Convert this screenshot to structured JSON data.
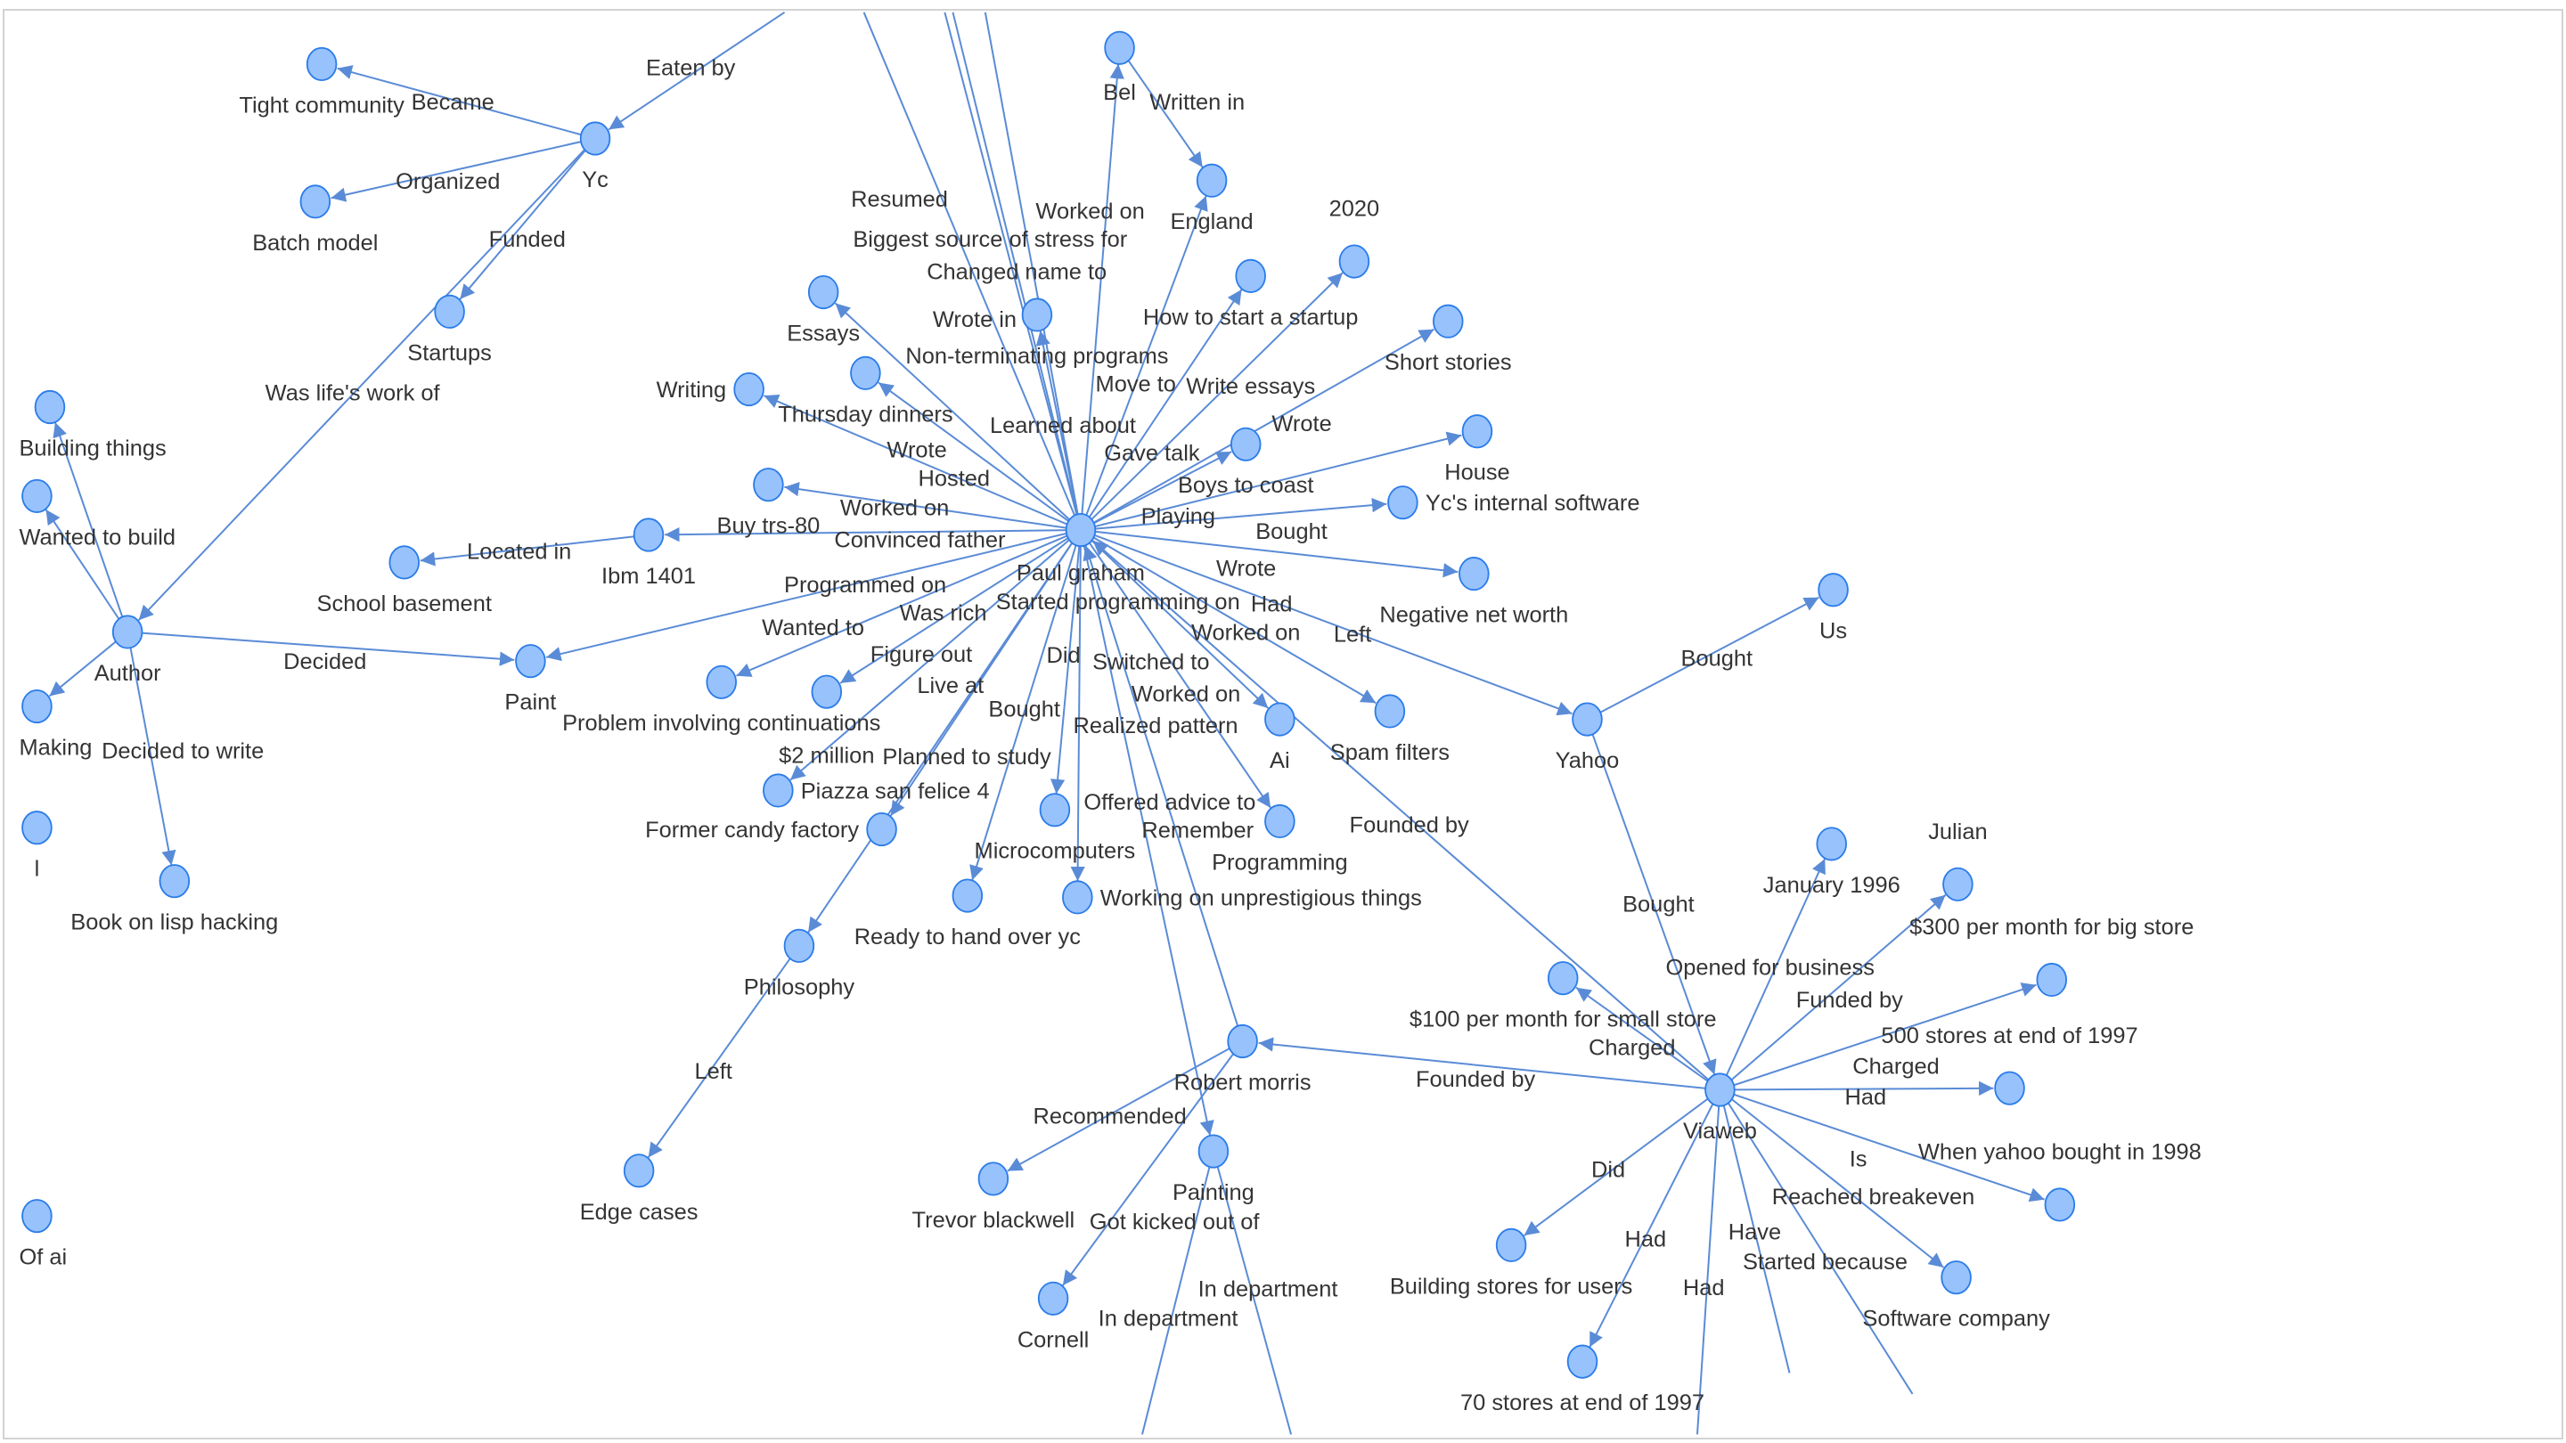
{
  "graph": {
    "colors": {
      "node_fill": "#97c2fc",
      "node_border": "#2b7ce9",
      "edge": "#5a8bd6",
      "text": "#343434"
    },
    "nodes": [
      {
        "id": "pg",
        "label": "Paul graham"
      },
      {
        "id": "yc",
        "label": "Yc"
      },
      {
        "id": "tight",
        "label": "Tight community"
      },
      {
        "id": "batch",
        "label": "Batch model"
      },
      {
        "id": "startups",
        "label": "Startups"
      },
      {
        "id": "author",
        "label": "Author"
      },
      {
        "id": "paint",
        "label": "Paint"
      },
      {
        "id": "lisp",
        "label": "Book on lisp hacking"
      },
      {
        "id": "ibm",
        "label": "Ibm 1401"
      },
      {
        "id": "school",
        "label": "School basement"
      },
      {
        "id": "essays",
        "label": "Essays"
      },
      {
        "id": "thursday",
        "label": "Thursday dinners"
      },
      {
        "id": "writing",
        "label": "Writing"
      },
      {
        "id": "trs",
        "label": "Buy trs-80"
      },
      {
        "id": "nonterm",
        "label": "Non-terminating programs"
      },
      {
        "id": "bel",
        "label": "Bel"
      },
      {
        "id": "england",
        "label": "England"
      },
      {
        "id": "howto",
        "label": "How to start a startup"
      },
      {
        "id": "y2020",
        "label": "2020"
      },
      {
        "id": "short",
        "label": "Short stories"
      },
      {
        "id": "boys",
        "label": "Boys to coast"
      },
      {
        "id": "house",
        "label": "House"
      },
      {
        "id": "ycsoft",
        "label": "Yc's internal software"
      },
      {
        "id": "negnet",
        "label": "Negative net worth"
      },
      {
        "id": "continuations",
        "label": "Problem involving continuations"
      },
      {
        "id": "million",
        "label": "$2 million"
      },
      {
        "id": "piazza",
        "label": "Piazza san felice 4"
      },
      {
        "id": "candy",
        "label": "Former candy factory"
      },
      {
        "id": "philosophy",
        "label": "Philosophy"
      },
      {
        "id": "edge",
        "label": "Edge cases"
      },
      {
        "id": "micro",
        "label": "Microcomputers"
      },
      {
        "id": "ready",
        "label": "Ready to hand over yc"
      },
      {
        "id": "unprest",
        "label": "Working on unprestigious things"
      },
      {
        "id": "ai",
        "label": "Ai"
      },
      {
        "id": "programming",
        "label": "Programming"
      },
      {
        "id": "spam",
        "label": "Spam filters"
      },
      {
        "id": "yahoo",
        "label": "Yahoo"
      },
      {
        "id": "us",
        "label": "Us"
      },
      {
        "id": "viaweb",
        "label": "Viaweb"
      },
      {
        "id": "rtm",
        "label": "Robert morris"
      },
      {
        "id": "painting",
        "label": "Painting"
      },
      {
        "id": "trevor",
        "label": "Trevor blackwell"
      },
      {
        "id": "cornell",
        "label": "Cornell"
      },
      {
        "id": "building",
        "label": "Building stores for users"
      },
      {
        "id": "s70",
        "label": "70 stores at end of 1997"
      },
      {
        "id": "software",
        "label": "Software company"
      },
      {
        "id": "whenyahoo",
        "label": "When yahoo bought in 1998"
      },
      {
        "id": "s500",
        "label": "500 stores at end of 1997"
      },
      {
        "id": "p300",
        "label": "$300 per month for big store"
      },
      {
        "id": "julian",
        "label": "Julian"
      },
      {
        "id": "jan96",
        "label": "January 1996"
      },
      {
        "id": "p100",
        "label": "$100 per month for small store"
      },
      {
        "id": "things",
        "label": "Building things"
      },
      {
        "id": "build",
        "label": "Wanted to build"
      },
      {
        "id": "making",
        "label": "Making"
      },
      {
        "id": "lleft",
        "label": "l"
      },
      {
        "id": "ofai",
        "label": "Of ai"
      },
      {
        "id": "off_top1",
        "label": ""
      },
      {
        "id": "off_top2",
        "label": ""
      },
      {
        "id": "off_top3",
        "label": ""
      },
      {
        "id": "off_top4",
        "label": ""
      },
      {
        "id": "off_bot1",
        "label": ""
      },
      {
        "id": "off_bot2",
        "label": ""
      },
      {
        "id": "off_have",
        "label": ""
      },
      {
        "id": "off_because",
        "label": ""
      },
      {
        "id": "off_had",
        "label": ""
      },
      {
        "id": "off_eaten",
        "label": ""
      }
    ],
    "edges": [
      {
        "from": "yc",
        "to": "tight",
        "label": "Became"
      },
      {
        "from": "yc",
        "to": "batch",
        "label": "Organized"
      },
      {
        "from": "yc",
        "to": "startups",
        "label": "Funded"
      },
      {
        "from": "yc",
        "to": "author",
        "label": "Was life's work of"
      },
      {
        "from": "off_eaten",
        "to": "yc",
        "label": "Eaten by"
      },
      {
        "from": "author",
        "to": "paint",
        "label": "Decided"
      },
      {
        "from": "author",
        "to": "lisp",
        "label": "Decided to write"
      },
      {
        "from": "author",
        "to": "things",
        "label": ""
      },
      {
        "from": "author",
        "to": "build",
        "label": ""
      },
      {
        "from": "author",
        "to": "making",
        "label": ""
      },
      {
        "from": "ibm",
        "to": "school",
        "label": "Located in"
      },
      {
        "from": "pg",
        "to": "essays",
        "label": "Wrote"
      },
      {
        "from": "pg",
        "to": "thursday",
        "label": "Hosted"
      },
      {
        "from": "pg",
        "to": "writing",
        "label": "Worked on"
      },
      {
        "from": "pg",
        "to": "trs",
        "label": "Convinced father"
      },
      {
        "from": "pg",
        "to": "ibm",
        "label": "Programmed on"
      },
      {
        "from": "pg",
        "to": "nonterm",
        "label": "Learned about"
      },
      {
        "from": "pg",
        "to": "off_top1",
        "label": "Resumed"
      },
      {
        "from": "pg",
        "to": "off_top2",
        "label": "Changed name to"
      },
      {
        "from": "pg",
        "to": "off_top3",
        "label": "Biggest source of stress for"
      },
      {
        "from": "pg",
        "to": "off_top4",
        "label": "Wrote in"
      },
      {
        "from": "pg",
        "to": "bel",
        "label": "Worked on"
      },
      {
        "from": "bel",
        "to": "england",
        "label": "Written in"
      },
      {
        "from": "pg",
        "to": "england",
        "label": "Move to"
      },
      {
        "from": "pg",
        "to": "howto",
        "label": "Gave talk"
      },
      {
        "from": "pg",
        "to": "y2020",
        "label": "Write essays"
      },
      {
        "from": "pg",
        "to": "short",
        "label": "Wrote"
      },
      {
        "from": "pg",
        "to": "boys",
        "label": "Playing"
      },
      {
        "from": "pg",
        "to": "house",
        "label": "Bought"
      },
      {
        "from": "pg",
        "to": "ycsoft",
        "label": "Wrote"
      },
      {
        "from": "pg",
        "to": "negnet",
        "label": "Had"
      },
      {
        "from": "pg",
        "to": "yahoo",
        "label": "Left"
      },
      {
        "from": "pg",
        "to": "spam",
        "label": "Worked on"
      },
      {
        "from": "pg",
        "to": "ai",
        "label": "Worked on"
      },
      {
        "from": "pg",
        "to": "programming",
        "label": "Switched to"
      },
      {
        "from": "pg",
        "to": "paint",
        "label": "Wanted to"
      },
      {
        "from": "pg",
        "to": "continuations",
        "label": "Figure out"
      },
      {
        "from": "pg",
        "to": "million",
        "label": "Was rich"
      },
      {
        "from": "pg",
        "to": "piazza",
        "label": "Live at"
      },
      {
        "from": "pg",
        "to": "candy",
        "label": "Bought"
      },
      {
        "from": "pg",
        "to": "philosophy",
        "label": "Planned to study"
      },
      {
        "from": "pg",
        "to": "ready",
        "label": "Started programming on"
      },
      {
        "from": "pg",
        "to": "micro",
        "label": "Realized pattern"
      },
      {
        "from": "pg",
        "to": "unprest",
        "label": "Did"
      },
      {
        "from": "pg",
        "to": "painting",
        "label": "Remember"
      },
      {
        "from": "rtm",
        "to": "pg",
        "label": "Offered advice to"
      },
      {
        "from": "philosophy",
        "to": "edge",
        "label": "Left"
      },
      {
        "from": "rtm",
        "to": "trevor",
        "label": "Recommended"
      },
      {
        "from": "rtm",
        "to": "cornell",
        "label": "Got kicked out of"
      },
      {
        "from": "painting",
        "to": "off_bot1",
        "label": "In department"
      },
      {
        "from": "painting",
        "to": "off_bot2",
        "label": "In department"
      },
      {
        "from": "viaweb",
        "to": "pg",
        "label": "Founded by"
      },
      {
        "from": "viaweb",
        "to": "rtm",
        "label": "Founded by"
      },
      {
        "from": "yahoo",
        "to": "us",
        "label": "Bought"
      },
      {
        "from": "yahoo",
        "to": "viaweb",
        "label": "Bought"
      },
      {
        "from": "viaweb",
        "to": "jan96",
        "label": "Opened for business"
      },
      {
        "from": "viaweb",
        "to": "julian",
        "label": "Funded by"
      },
      {
        "from": "viaweb",
        "to": "p300",
        "label": "Charged"
      },
      {
        "from": "viaweb",
        "to": "p100",
        "label": "Charged"
      },
      {
        "from": "viaweb",
        "to": "s500",
        "label": "Had"
      },
      {
        "from": "viaweb",
        "to": "whenyahoo",
        "label": "Reached breakeven"
      },
      {
        "from": "viaweb",
        "to": "software",
        "label": "Is"
      },
      {
        "from": "viaweb",
        "to": "off_because",
        "label": "Started because"
      },
      {
        "from": "viaweb",
        "to": "off_have",
        "label": "Have"
      },
      {
        "from": "viaweb",
        "to": "s70",
        "label": "Had"
      },
      {
        "from": "viaweb",
        "to": "off_had",
        "label": "Had"
      },
      {
        "from": "viaweb",
        "to": "building",
        "label": "Did"
      }
    ]
  }
}
